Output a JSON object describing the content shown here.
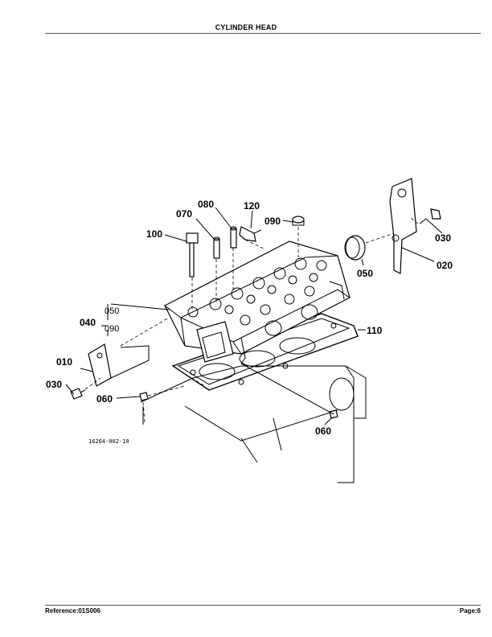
{
  "header": {
    "title": "CYLINDER HEAD"
  },
  "footer": {
    "reference": "Reference:01S006",
    "page": "Page:6"
  },
  "diagram": {
    "drawing_number": "16264-002-10",
    "callouts": {
      "c010": "010",
      "c020": "020",
      "c030_left": "030",
      "c030_right": "030",
      "c040": "040",
      "c040_sub1": "050",
      "c040_sub2": "090",
      "c050": "050",
      "c060_left": "060",
      "c060_right": "060",
      "c070": "070",
      "c080": "080",
      "c090": "090",
      "c100": "100",
      "c110": "110",
      "c120": "120"
    }
  }
}
